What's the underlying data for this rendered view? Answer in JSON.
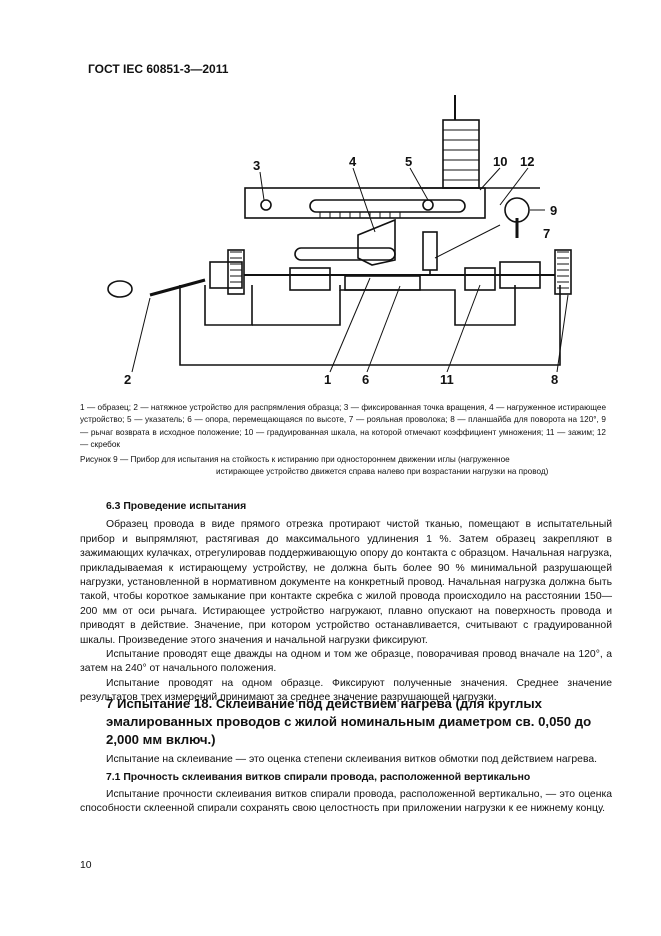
{
  "header": "ГОСТ IEC 60851-3—2011",
  "figure": {
    "labels": [
      "1",
      "2",
      "3",
      "4",
      "5",
      "6",
      "7",
      "8",
      "9",
      "10",
      "11",
      "12"
    ]
  },
  "legend": "1 — образец; 2 — натяжное устройство для распрямления образца; 3 — фиксированная точка вращения, 4 — нагруженное истирающее устройство; 5 — указатель; 6 — опора, перемещающаяся по высоте, 7 — рояльная проволока; 8 — планшайба для поворота на 120°, 9 — рычаг возврата в исходное положение; 10 — градуированная шкала, на которой отмечают коэффициент умножения; 11 — зажим; 12 — скребок",
  "caption_line1": "Рисунок 9 — Прибор для испытания на стойкость к истиранию при одностороннем движении иглы (нагруженное",
  "caption_line2": "истирающее устройство движется справа налево при возрастании нагрузки на провод)",
  "section_6_3": {
    "title": "6.3 Проведение испытания",
    "p1": "Образец провода в виде прямого отрезка протирают чистой тканью, помещают в испытательный прибор и выпрямляют, растягивая до максимального удлинения 1 %. Затем образец закрепляют в зажимающих кулачках, отрегулировав поддерживающую опору до контакта с образцом. Начальная нагрузка, прикладываемая к истирающему устройству, не должна быть более 90 % минимальной разрушающей нагрузки, установленной в нормативном документе на конкретный провод. Начальная нагрузка должна быть такой, чтобы короткое замыкание при контакте скребка с жилой провода происходило на расстоянии 150—200 мм от оси рычага. Истирающее устройство нагружают, плавно опускают на поверхность провода и приводят в действие. Значение, при котором устройство останавливается, считывают с градуированной шкалы. Произведение этого значения и начальной нагрузки фиксируют.",
    "p2": "Испытание проводят еще дважды на одном и том же образце, поворачивая провод вначале на 120°, а затем на 240° от начального положения.",
    "p3": "Испытание проводят на одном образце. Фиксируют полученные значения. Среднее значение результатов трех измерений принимают за среднее значение разрушающей нагрузки."
  },
  "section_7": {
    "title": "7 Испытание 18. Склеивание под действием нагрева (для круглых эмалированных проводов с жилой номинальным диаметром св. 0,050 до 2,000 мм включ.)",
    "p1": "Испытание на склеивание — это оценка степени склеивания витков обмотки под действием нагрева.",
    "sub_title": "7.1 Прочность склеивания витков спирали провода, расположенной вертикально",
    "p2": "Испытание прочности склеивания витков спирали провода, расположенной вертикально, — это оценка способности склеенной спирали сохранять свою целостность при приложении нагрузки к ее нижнему концу."
  },
  "page_number": "10"
}
